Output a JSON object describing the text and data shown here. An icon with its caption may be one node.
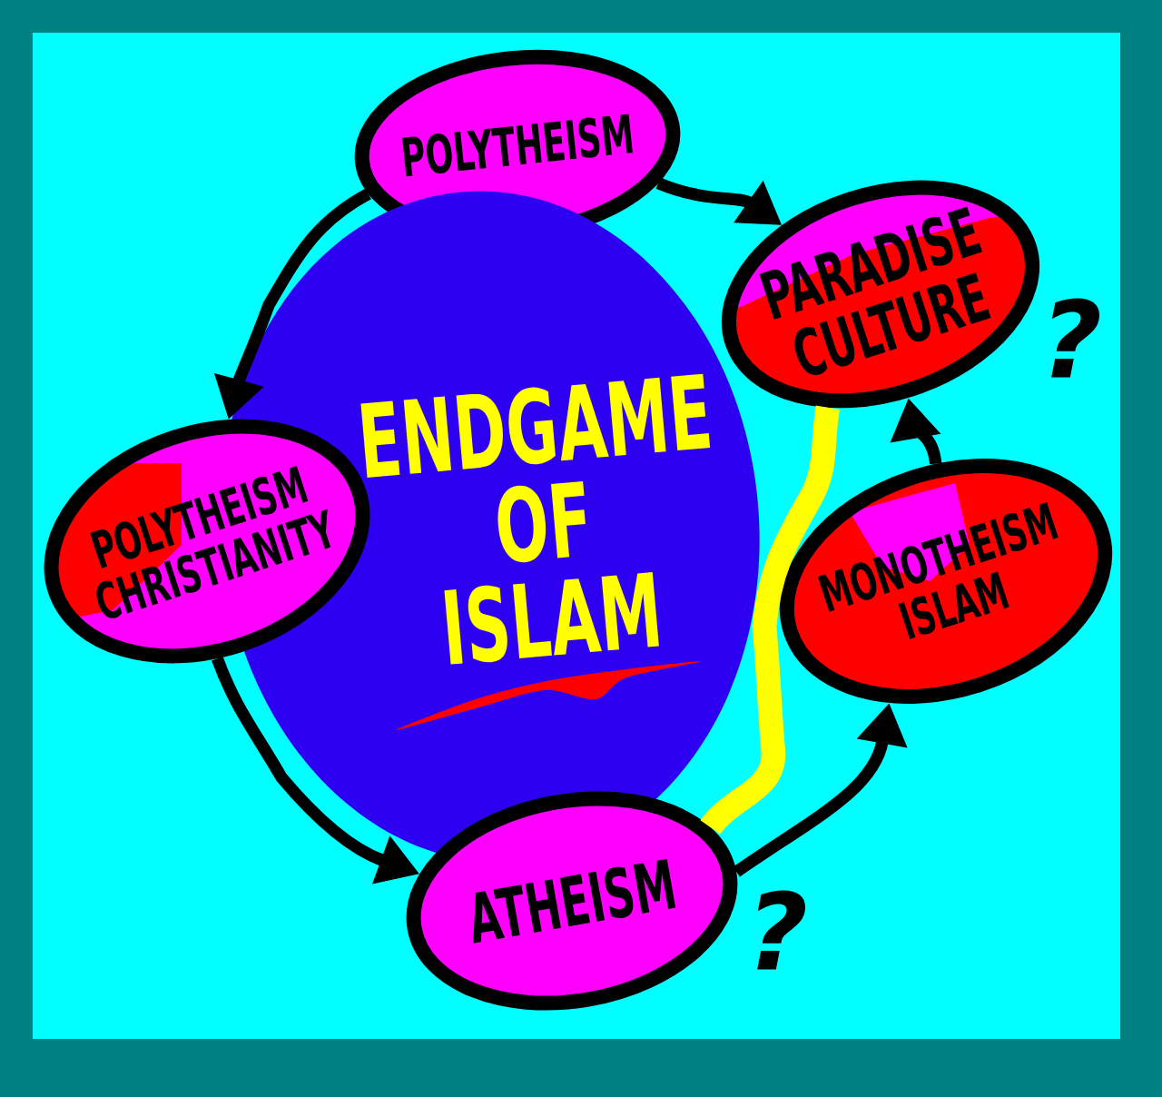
{
  "diagram": {
    "nodes": [
      {
        "text": [
          "POLYTHEISM"
        ]
      },
      {
        "text": [
          "PARADISE CULTURE"
        ],
        "beside": [
          "?"
        ]
      },
      {
        "text": [
          "ENDGAME OF ISLAM"
        ]
      },
      {
        "text": [
          "POLYTHEISM CHRISTIANITY"
        ]
      },
      {
        "text": [
          "MONOTHEISM ISLAM"
        ]
      },
      {
        "text": [
          "ATHEISM"
        ],
        "beside": [
          "?"
        ]
      }
    ],
    "edges": [
      {
        "from": 0,
        "to": 1,
        "arrow": "to"
      },
      {
        "from": 0,
        "to": 3,
        "arrow": "to"
      },
      {
        "from": 3,
        "to": 5,
        "arrow": "to"
      },
      {
        "from": 5,
        "to": 4,
        "arrow": "to"
      },
      {
        "from": 4,
        "to": 1,
        "arrow": "to"
      },
      {
        "from": 5,
        "to": 1,
        "arrow": "none",
        "style": "thick",
        "color": "#ffff00"
      }
    ]
  }
}
